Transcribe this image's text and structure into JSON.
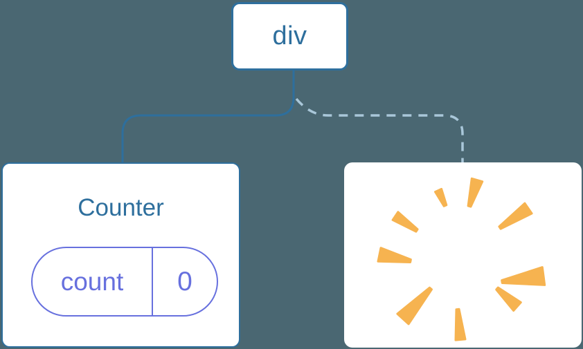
{
  "diagram": {
    "root_node": {
      "label": "div"
    },
    "counter_card": {
      "title": "Counter",
      "state_pill": {
        "key": "count",
        "value": "0"
      }
    },
    "removed_card": {
      "icon": "poof-burst-icon"
    }
  },
  "colors": {
    "background": "#4A6772",
    "card_bg": "#FFFFFF",
    "node_border": "#2E6F9D",
    "node_text": "#2E6F9D",
    "dashed_line": "#A9C7D9",
    "state_pill": "#6770DE",
    "burst": "#F6B350"
  }
}
